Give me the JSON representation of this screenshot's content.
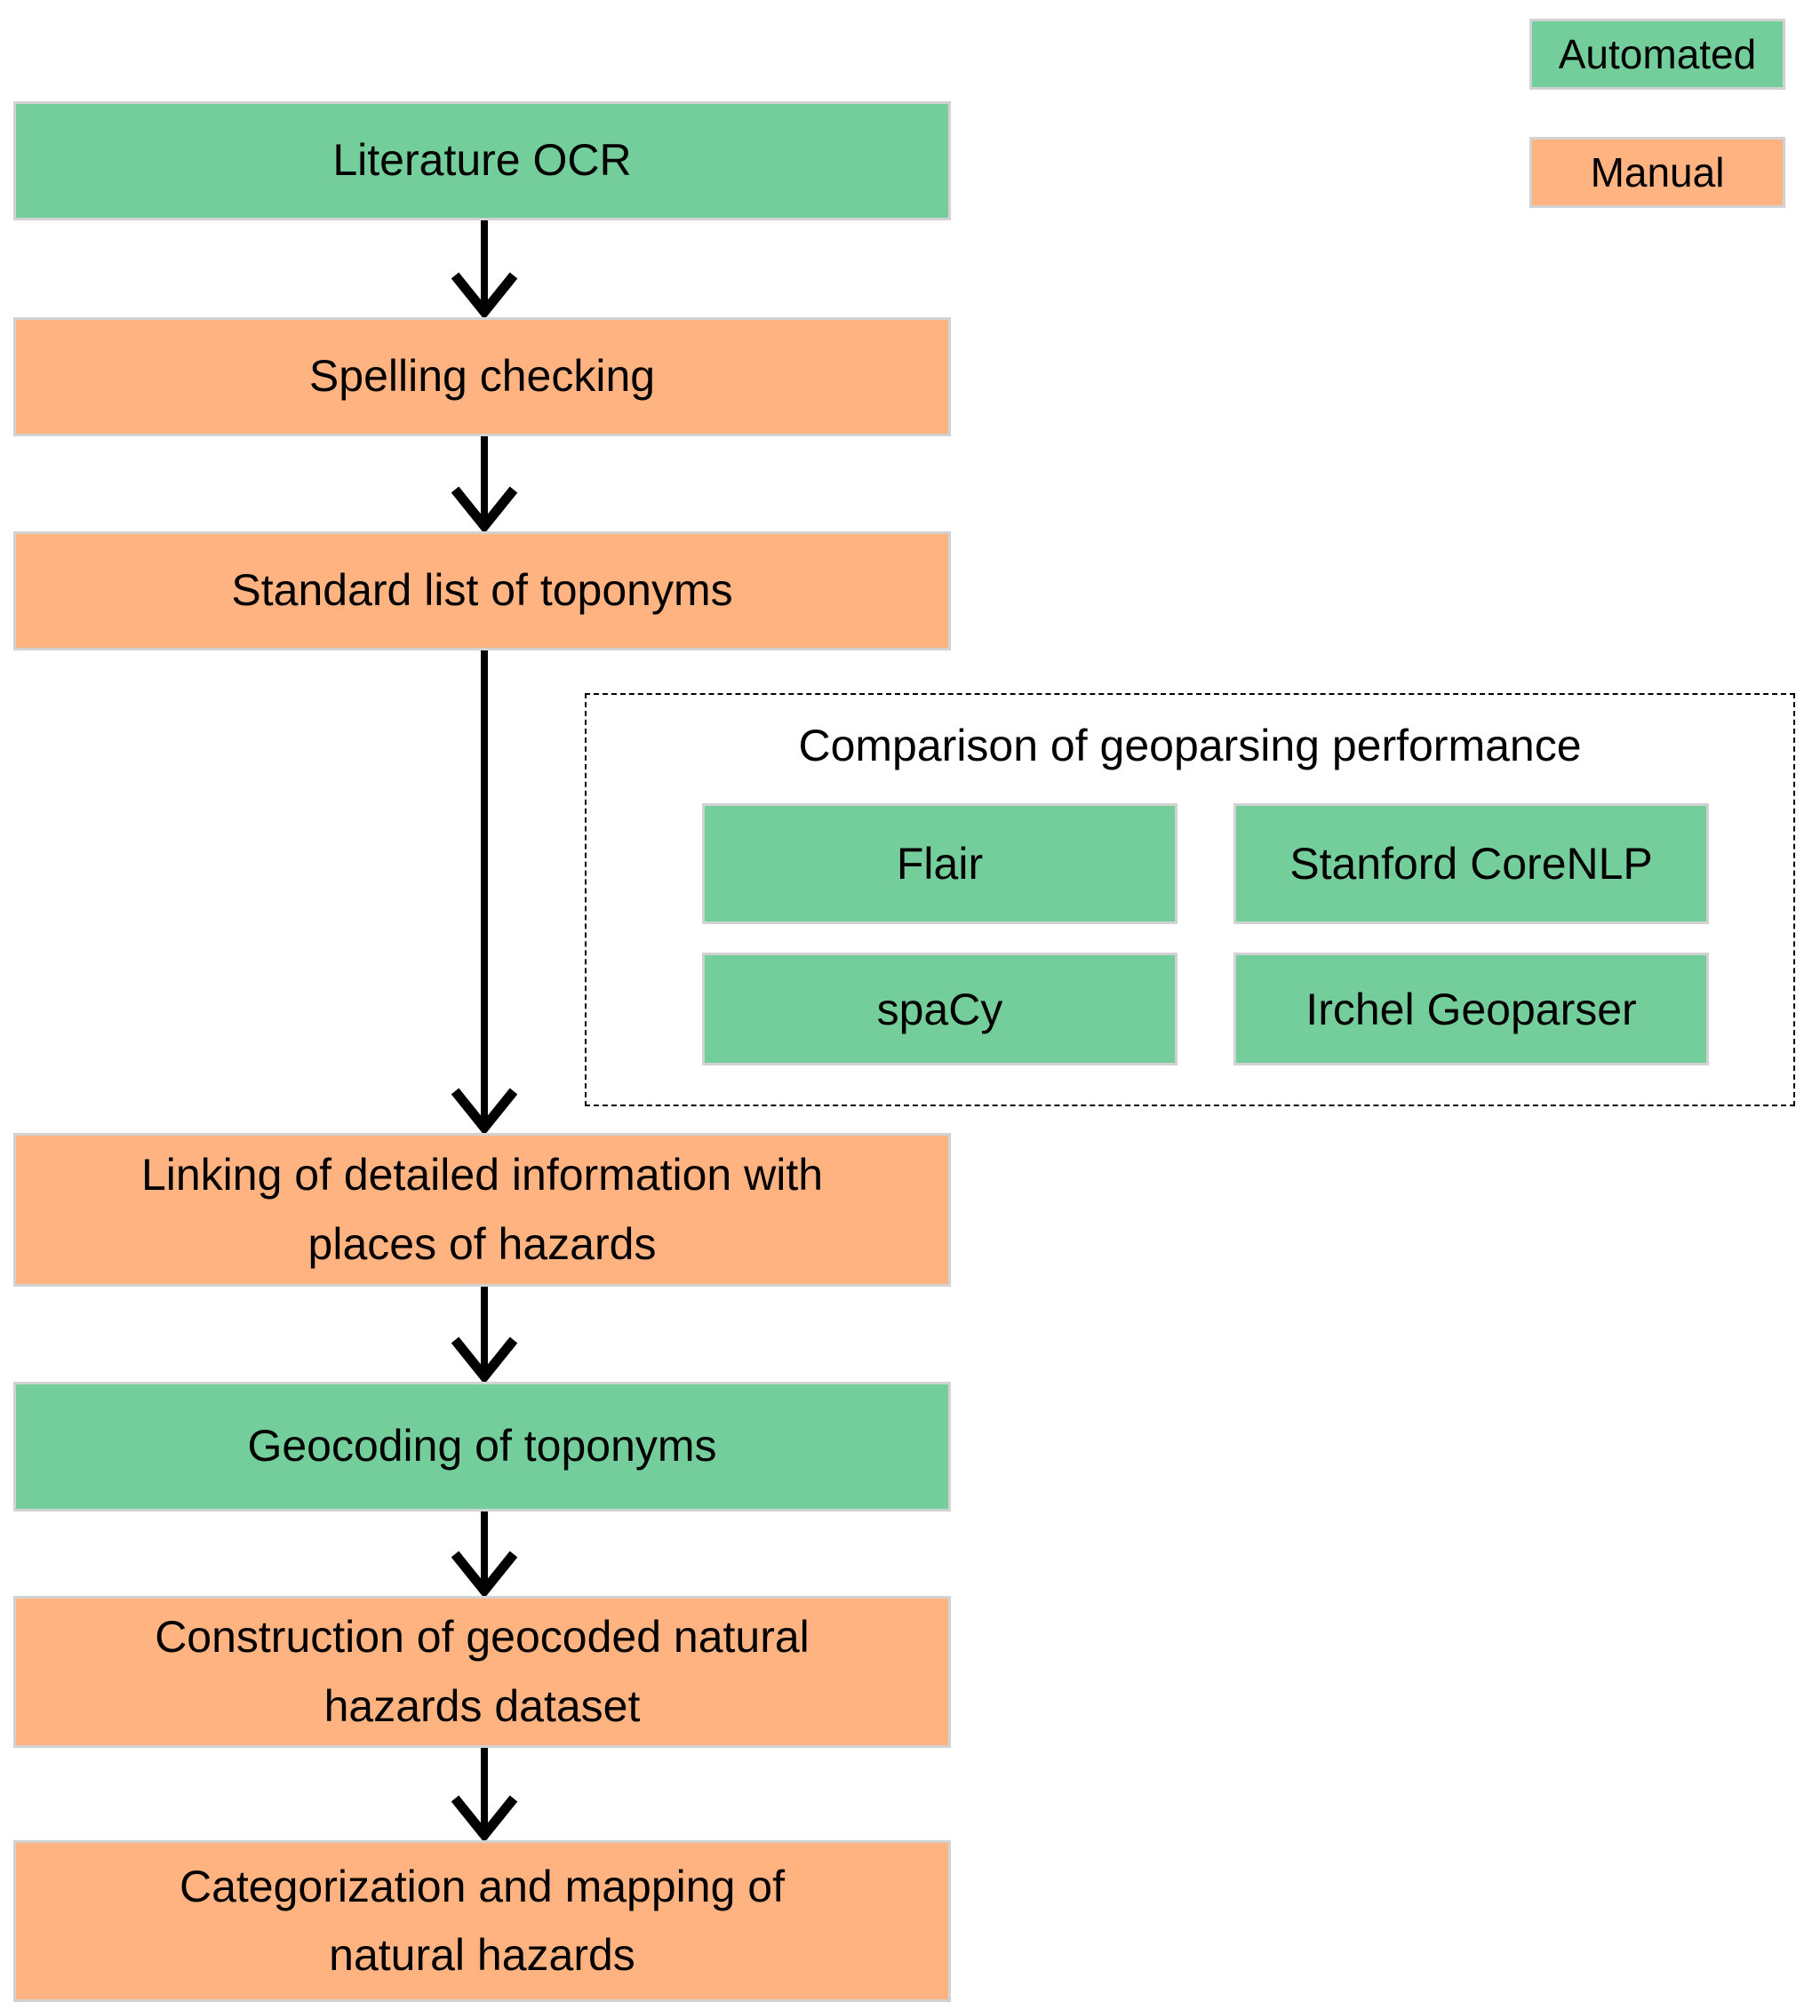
{
  "colors": {
    "automated_green": "#74CE9B",
    "manual_orange": "#FFB380",
    "box_border_gray": "#d2d2d2",
    "arrow_black": "#000000",
    "dashed_border_black": "#000000",
    "background": "#ffffff"
  },
  "legend": {
    "items": [
      {
        "label": "Automated",
        "type": "automated"
      },
      {
        "label": "Manual",
        "type": "manual"
      }
    ]
  },
  "flow": {
    "steps": [
      {
        "id": "literature-ocr",
        "label": "Literature OCR",
        "type": "automated"
      },
      {
        "id": "spelling-checking",
        "label": "Spelling checking",
        "type": "manual"
      },
      {
        "id": "standard-list-of-toponyms",
        "label": "Standard list of toponyms",
        "type": "manual"
      },
      {
        "id": "linking-information-places",
        "label": "Linking of detailed information with\nplaces of hazards",
        "type": "manual"
      },
      {
        "id": "geocoding-of-toponyms",
        "label": "Geocoding of toponyms",
        "type": "automated"
      },
      {
        "id": "construction-dataset",
        "label": "Construction of geocoded natural\nhazards dataset",
        "type": "manual"
      },
      {
        "id": "categorization-mapping",
        "label": "Categorization and mapping of\nnatural hazards",
        "type": "manual"
      }
    ]
  },
  "comparison": {
    "title": "Comparison of geoparsing performance",
    "tools": [
      {
        "label": "Flair",
        "type": "automated"
      },
      {
        "label": "Stanford CoreNLP",
        "type": "automated"
      },
      {
        "label": "spaCy",
        "type": "automated"
      },
      {
        "label": "Irchel Geoparser",
        "type": "automated"
      }
    ]
  }
}
